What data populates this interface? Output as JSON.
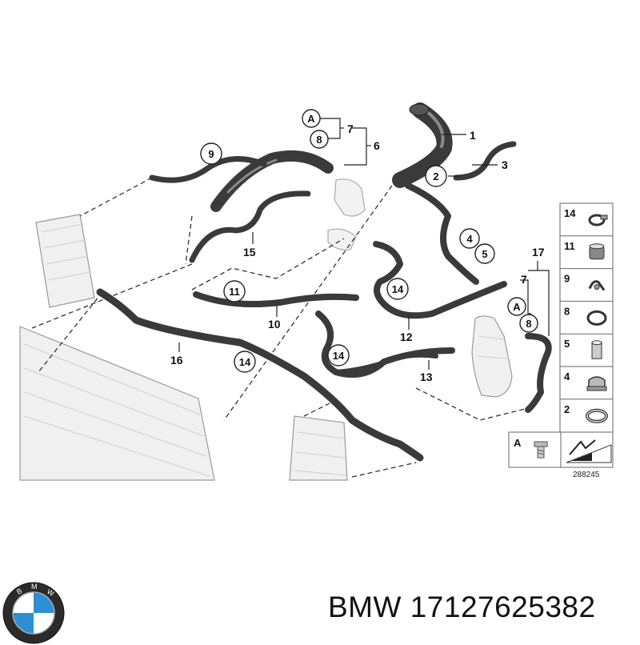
{
  "callouts": {
    "c1": "1",
    "c2": "2",
    "c3": "3",
    "c4": "4",
    "c5": "5",
    "c6": "6",
    "c7": "7",
    "c7b": "7",
    "c8": "8",
    "c8b": "8",
    "c9": "9",
    "c10": "10",
    "c11": "11",
    "c12": "12",
    "c13": "13",
    "c14a": "14",
    "c14b": "14",
    "c14c": "14",
    "c15": "15",
    "c16": "16",
    "c17": "17",
    "cA": "A",
    "cAb": "A"
  },
  "legend": [
    {
      "num": "14",
      "part": "hose-clamp-icon"
    },
    {
      "num": "11",
      "part": "quick-coupling-icon"
    },
    {
      "num": "9",
      "part": "clip-icon"
    },
    {
      "num": "8",
      "part": "o-ring-icon"
    },
    {
      "num": "5",
      "part": "sleeve-icon"
    },
    {
      "num": "4",
      "part": "bracket-clamp-icon"
    },
    {
      "num": "2",
      "part": "band-clamp-icon"
    }
  ],
  "legend_a": "A",
  "reference_number": "288245",
  "footer": {
    "brand": "BMW",
    "part_number": "17127625382"
  },
  "colors": {
    "hose": "#3a3a3a",
    "line": "#222222",
    "radiator": "#f0f0f0"
  }
}
